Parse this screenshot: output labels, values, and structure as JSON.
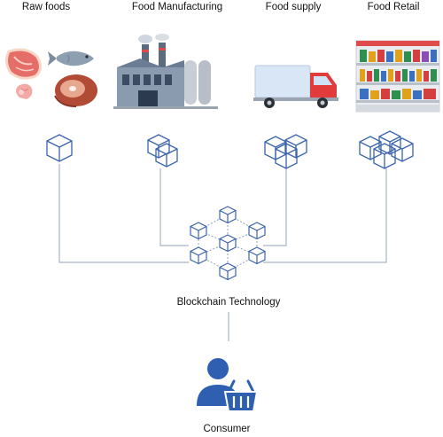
{
  "stages": [
    {
      "label": "Raw foods",
      "illustration": "raw-foods-illustration",
      "blocks": 1
    },
    {
      "label": "Food Manufacturing",
      "illustration": "factory-illustration",
      "blocks": 2
    },
    {
      "label": "Food supply",
      "illustration": "delivery-truck-illustration",
      "blocks": 3
    },
    {
      "label": "Food Retail",
      "illustration": "grocery-shelf-illustration",
      "blocks": 4
    }
  ],
  "hub": {
    "label": "Blockchain Technology",
    "icon": "blockchain-network-icon"
  },
  "consumer": {
    "label": "Consumer",
    "icon": "consumer-with-basket-icon"
  },
  "colors": {
    "accent": "#2e5fb0",
    "block_stroke": "#3a63ad",
    "connector": "#a9b4c4"
  }
}
